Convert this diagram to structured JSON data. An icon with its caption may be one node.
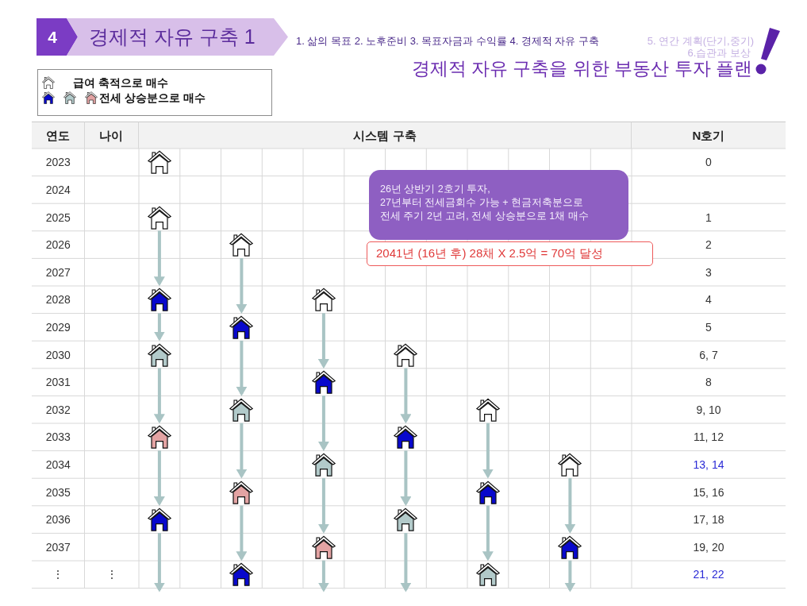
{
  "diagram": {
    "title": "경제적 자유 구축을 위한 부동산 투자 플랜",
    "nodes": [
      {
        "text": [
          "4"
        ]
      },
      {
        "text": [
          "경제적 자유 구축 1"
        ]
      },
      {
        "text": [
          "26년 상반기 2호기 투자,",
          "27년부터 전세금회수 가능 + 현금저축분으로 전세 주기 2년 고려, 전세 상승분으로 1채 매수"
        ]
      },
      {
        "text": [
          "2041년 (16년 후) 28채 X 2.5억 = 70억 달성"
        ]
      },
      {
        "text": [],
        "shape": "house"
      },
      {
        "text": [],
        "shape": "house"
      },
      {
        "text": [],
        "shape": "house"
      },
      {
        "text": [],
        "shape": "house"
      },
      {
        "text": [],
        "shape": "house"
      },
      {
        "text": [],
        "shape": "house"
      },
      {
        "text": [],
        "shape": "house"
      },
      {
        "text": [],
        "shape": "house"
      },
      {
        "text": [],
        "shape": "house"
      },
      {
        "text": [],
        "shape": "house"
      },
      {
        "text": [],
        "shape": "house"
      },
      {
        "text": [],
        "shape": "house"
      },
      {
        "text": [],
        "shape": "house"
      },
      {
        "text": [],
        "shape": "house"
      },
      {
        "text": [],
        "shape": "house"
      },
      {
        "text": [],
        "shape": "house"
      },
      {
        "text": [],
        "shape": "house"
      },
      {
        "text": [],
        "shape": "house"
      },
      {
        "text": [],
        "shape": "house"
      },
      {
        "text": [],
        "shape": "house"
      },
      {
        "text": [],
        "shape": "house"
      },
      {
        "text": [],
        "shape": "house"
      },
      {
        "text": [],
        "shape": "house"
      }
    ],
    "edges": [
      {
        "from": 5,
        "to": 7,
        "arrow": "to"
      },
      {
        "from": 6,
        "to": 9,
        "arrow": "to"
      },
      {
        "from": 7,
        "to": 10,
        "arrow": "to"
      },
      {
        "from": 8,
        "to": 12,
        "arrow": "to"
      },
      {
        "from": 9,
        "to": 13,
        "arrow": "to"
      },
      {
        "from": 10,
        "to": 15,
        "arrow": "to"
      },
      {
        "from": 11,
        "to": 16,
        "arrow": "to"
      },
      {
        "from": 12,
        "to": 17,
        "arrow": "to"
      },
      {
        "from": 13,
        "to": 19,
        "arrow": "to"
      },
      {
        "from": 14,
        "to": 20,
        "arrow": "to"
      },
      {
        "from": 15,
        "to": 21,
        "arrow": "to"
      },
      {
        "from": 16,
        "to": 22,
        "arrow": "to"
      },
      {
        "from": 17,
        "to": 23,
        "arrow": "to"
      },
      {
        "from": 18,
        "to": 24,
        "arrow": "to"
      },
      {
        "from": 19,
        "to": 25,
        "arrow": "to"
      },
      {
        "from": 20,
        "to": 26,
        "arrow": "to"
      },
      {
        "from": 21,
        "to": null,
        "arrow": "to"
      },
      {
        "from": 22,
        "to": null,
        "arrow": "to"
      },
      {
        "from": 23,
        "to": null,
        "arrow": "to"
      },
      {
        "from": 24,
        "to": null,
        "arrow": "to"
      }
    ],
    "labels": [
      "1. 삶의 목표 2. 노후준비 3. 목표자금과 수익률 4. 경제적 자유 구축",
      "5. 연간 계획(단기,중기)",
      "6.습관과 보상",
      "연도",
      "나이",
      "시스템 구축",
      "N호기",
      "2023",
      "0",
      "2024",
      "2025",
      "1",
      "2026",
      "2",
      "2027",
      "3",
      "2028",
      "4",
      "2029",
      "5",
      "2030",
      "6, 7",
      "2031",
      "8",
      "2032",
      "9, 10",
      "2033",
      "11, 12",
      "2034",
      "13, 14",
      "2035",
      "15, 16",
      "2036",
      "17, 18",
      "2037",
      "19, 20",
      "⋮",
      "⋮",
      "21, 22"
    ],
    "legend": [
      {
        "text": "급여 축적으로 매수"
      },
      {
        "text": "전세 상승분으로 매수"
      }
    ]
  }
}
